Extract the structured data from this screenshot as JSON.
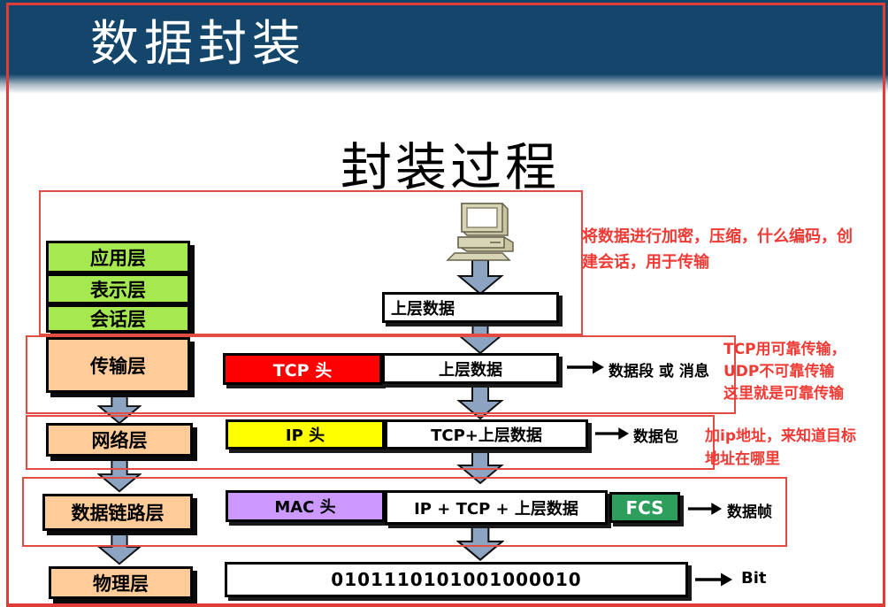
{
  "slide": {
    "title": "数据封装",
    "heading": "封装过程"
  },
  "left_layers": [
    {
      "label": "应用层"
    },
    {
      "label": "表示层"
    },
    {
      "label": "会话层"
    },
    {
      "label": "传输层"
    },
    {
      "label": "网络层"
    },
    {
      "label": "数据链路层"
    },
    {
      "label": "物理层"
    }
  ],
  "flow": {
    "top_box": "上层数据",
    "rows": [
      {
        "header": "TCP 头",
        "body": "上层数据",
        "result": "数据段 或 消息"
      },
      {
        "header": "IP 头",
        "body": "TCP+上层数据",
        "result": "数据包"
      },
      {
        "header": "MAC 头",
        "body": "IP + TCP + 上层数据",
        "trailer": "FCS",
        "result": "数据帧"
      }
    ],
    "binary": "0101110101001000010",
    "binary_result": "Bit"
  },
  "annotations": [
    {
      "text": "将数据进行加密，压缩，什么编码，创\n建会话，用于传输"
    },
    {
      "text": "TCP用可靠传输，\nUDP不可靠传输\n这里就是可靠传输"
    },
    {
      "text": "加ip地址，来知道目标\n地址在哪里"
    }
  ],
  "icons": {
    "computer": "desktop-computer-icon",
    "down_arrow": "block-down-arrow-icon",
    "right_arrow": "thin-right-arrow-icon"
  },
  "colors": {
    "title_bar_navy": "#14466B",
    "frame_red": "#E03C38",
    "group_rect_red": "#E24C42",
    "annotation_red": "#EE3B35",
    "layer_green": "#A6E850",
    "layer_peach": "#FFCC99",
    "tcp_header_red": "#FF0000",
    "ip_header_yellow": "#FFFF00",
    "mac_header_purple": "#CC99FF",
    "fcs_green": "#2E9E5C",
    "arrow_blue_gray": "#8CA3C2"
  }
}
